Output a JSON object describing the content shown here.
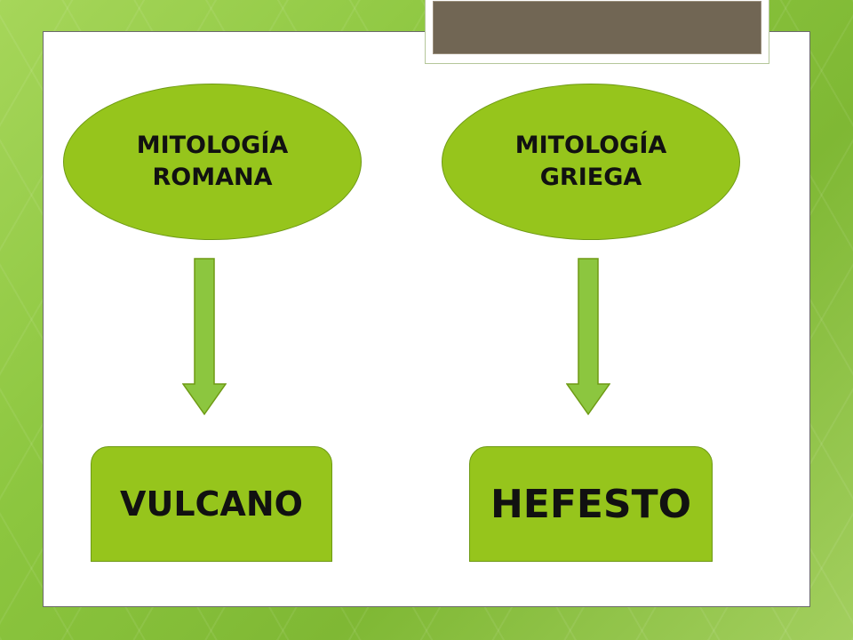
{
  "diagram": {
    "nodes": {
      "romana": {
        "label": "MITOLOGÍA\nROMANA"
      },
      "griega": {
        "label": "MITOLOGÍA\nGRIEGA"
      },
      "vulcano": {
        "label": "VULCANO"
      },
      "hefesto": {
        "label": "HEFESTO"
      }
    },
    "edges": [
      {
        "from": "romana",
        "to": "vulcano"
      },
      {
        "from": "griega",
        "to": "hefesto"
      }
    ]
  },
  "colors": {
    "node_fill": "#96c51c",
    "node_border": "#6e9a14",
    "arrow_fill": "#8cc63f",
    "tab_fill": "#716654",
    "background": "#8cc63f"
  }
}
